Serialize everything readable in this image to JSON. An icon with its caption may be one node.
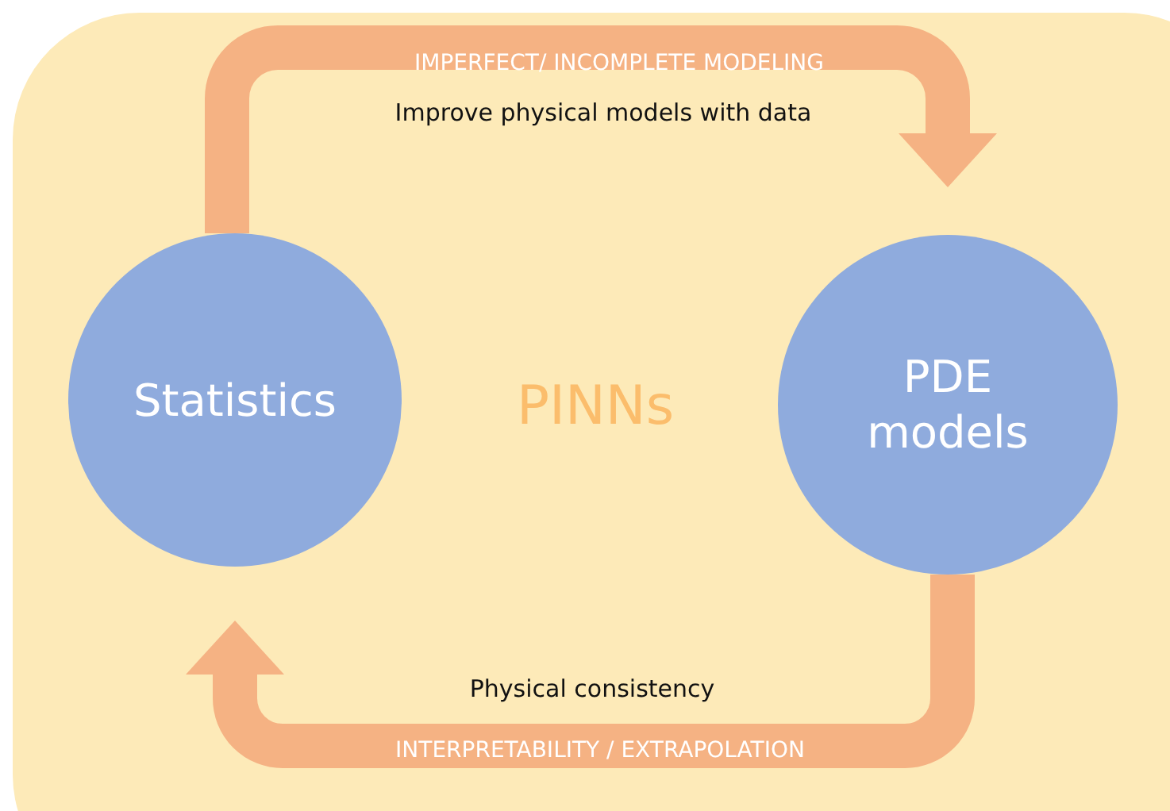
{
  "diagram": {
    "nodes": [
      {
        "text": [
          "PINNs"
        ]
      },
      {
        "text": [
          "Statistics"
        ],
        "in": 0
      },
      {
        "text": [
          "PDE models"
        ],
        "in": 0
      }
    ],
    "edges": [
      {
        "from": 1,
        "to": 2,
        "arrow": "to",
        "label": "IMPERFECT/ INCOMPLETE MODELING"
      },
      {
        "from": 2,
        "to": 1,
        "arrow": "to",
        "label": "INTERPRETABILITY / EXTRAPOLATION"
      }
    ],
    "labels": [
      "Improve physical models with data",
      "Physical consistency"
    ]
  }
}
